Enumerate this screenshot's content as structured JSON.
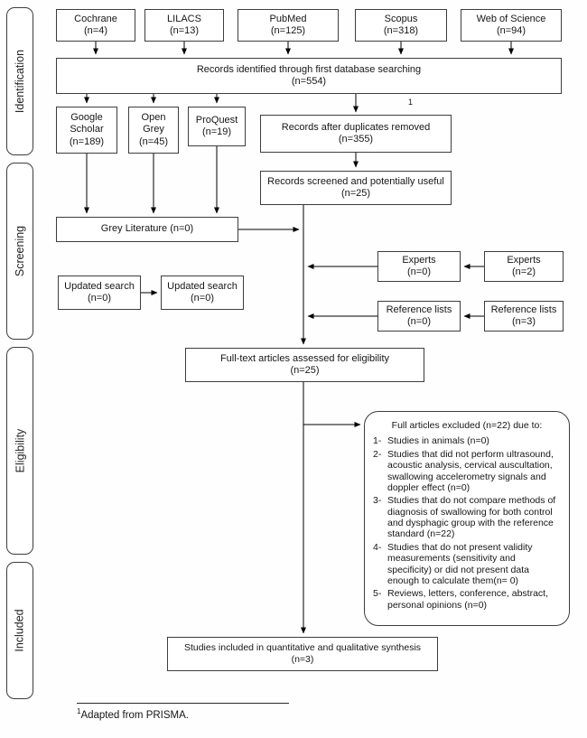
{
  "stages": {
    "identification": "Identification",
    "screening": "Screening",
    "eligibility": "Eligibility",
    "included": "Included"
  },
  "databases": [
    {
      "name": "Cochrane",
      "count": "(n=4)"
    },
    {
      "name": "LILACS",
      "count": "(n=13)"
    },
    {
      "name": "PubMed",
      "count": "(n=125)"
    },
    {
      "name": "Scopus",
      "count": "(n=318)"
    },
    {
      "name": "Web of Science",
      "count": "(n=94)"
    }
  ],
  "identified": {
    "line1": "Records identified through first database searching",
    "line2": "(n=554)"
  },
  "grey_sources": [
    {
      "name": "Google Scholar",
      "count": "(n=189)"
    },
    {
      "name": "Open Grey",
      "count": "(n=45)"
    },
    {
      "name": "ProQuest",
      "count": "(n=19)"
    }
  ],
  "duplicates_removed": {
    "marker": "1",
    "line1": "Records after duplicates removed",
    "line2": "(n=355)"
  },
  "screened": {
    "text": "Records screened and potentially useful (n=25)"
  },
  "grey_literature": {
    "text": "Grey Literature (n=0)"
  },
  "updated_search": {
    "left": {
      "line1": "Updated search",
      "line2": "(n=0)"
    },
    "right": {
      "line1": "Updated search",
      "line2": "(n=0)"
    }
  },
  "experts": {
    "left": {
      "line1": "Experts",
      "line2": "(n=0)"
    },
    "right": {
      "line1": "Experts",
      "line2": "(n=2)"
    }
  },
  "reference_lists": {
    "left": {
      "line1": "Reference lists",
      "line2": "(n=0)"
    },
    "right": {
      "line1": "Reference lists",
      "line2": "(n=3)"
    }
  },
  "fulltext": {
    "line1": "Full-text articles assessed for eligibility",
    "line2": "(n=25)"
  },
  "excluded": {
    "header": "Full articles excluded (n=22) due to:",
    "items": [
      {
        "num": "1-",
        "text": "Studies in animals (n=0)"
      },
      {
        "num": "2-",
        "text": "Studies that did not perform ultrasound, acoustic analysis, cervical auscultation, swallowing accelerometry signals and doppler effect (n=0)"
      },
      {
        "num": "3-",
        "text": "Studies that do not compare methods of diagnosis of swallowing for both control and dysphagic group with the reference standard (n=22)"
      },
      {
        "num": "4-",
        "text": "Studies that do not present validity measurements (sensitivity and specificity) or did not present data enough to calculate them(n= 0)"
      },
      {
        "num": "5-",
        "text": "Reviews, letters, conference, abstract, personal opinions (n=0)"
      }
    ]
  },
  "included_box": {
    "line1": "Studies included in quantitative and qualitative synthesis",
    "line2": "(n=3)"
  },
  "footnote": {
    "sup": "1",
    "text": "Adapted from PRISMA."
  }
}
